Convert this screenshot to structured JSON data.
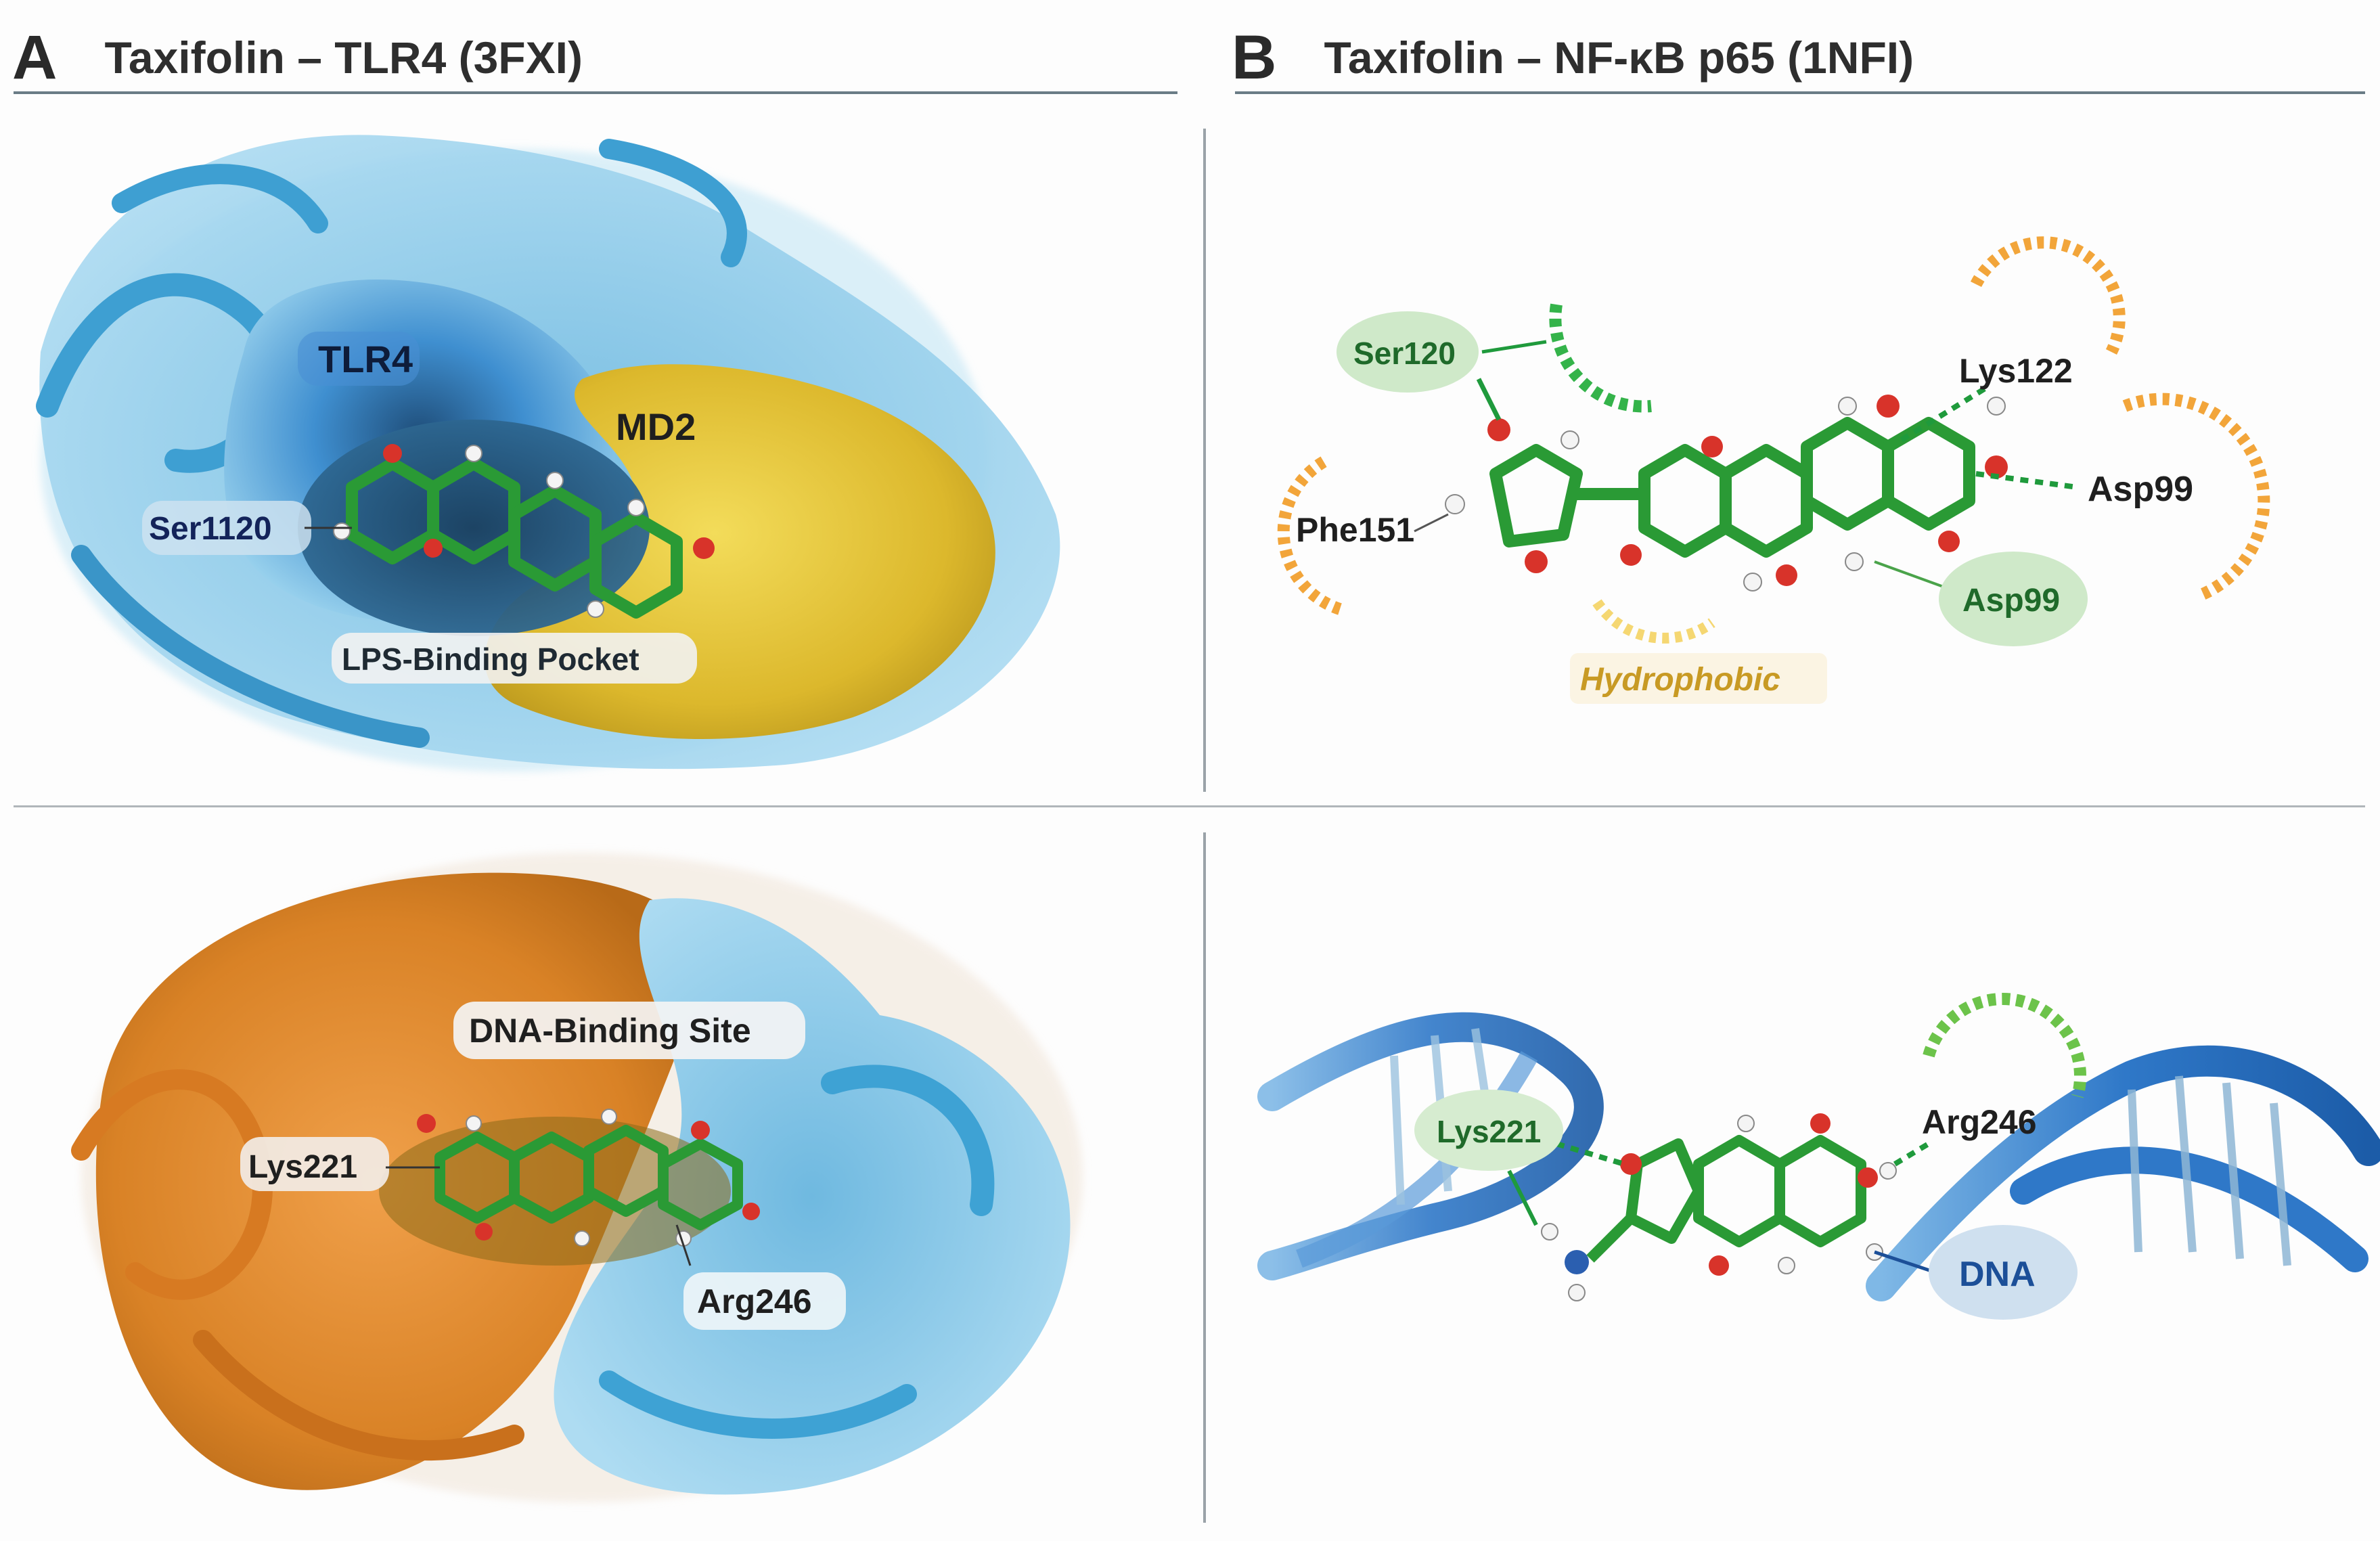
{
  "panel_a": {
    "letter": "A",
    "title": "Taxifolin – TLR4 (3FXI)",
    "top_labels": {
      "tlr4": "TLR4",
      "md2": "MD2",
      "ser1120": "Ser1120",
      "pocket": "LPS-Binding Pocket"
    },
    "bottom_labels": {
      "dna_site": "DNA-Binding Site",
      "lys221": "Lys221",
      "arg246": "Arg246"
    }
  },
  "panel_b": {
    "letter": "B",
    "title": "Taxifolin – NF-κB p65 (1NFI)",
    "top_labels": {
      "ser120": "Ser120",
      "lys122": "Lys122",
      "phe151": "Phe151",
      "asp99_right": "Asp99",
      "asp99_bubble": "Asp99",
      "hydrophobic": "Hydrophobic"
    },
    "bottom_labels": {
      "lys221": "Lys221",
      "arg246": "Arg246",
      "dna": "DNA"
    }
  },
  "colors": {
    "tlr4_blue": "#3f8fd0",
    "md2_yellow": "#e2c236",
    "orange_protein": "#e08a2a",
    "ligand_green": "#2a9a35",
    "oxygen_red": "#d8332a",
    "hbond_green": "#1f9a3c",
    "hydrophobic_orange": "#f2a53a",
    "dna_blue": "#2f78c8"
  }
}
